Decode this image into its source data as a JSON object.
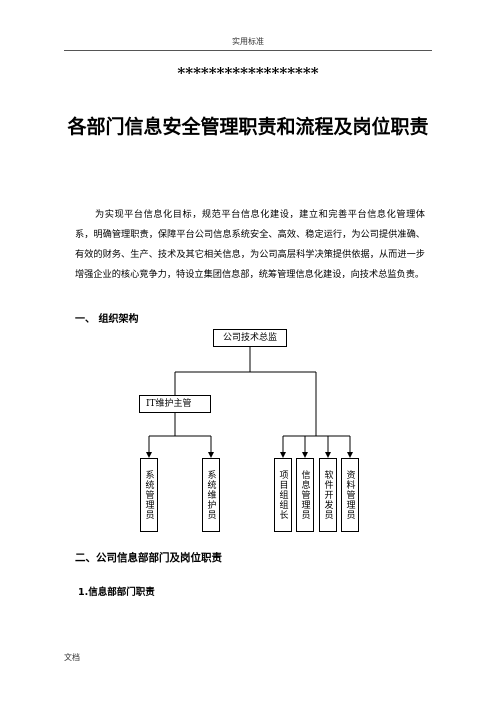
{
  "header": {
    "text": "实用标准"
  },
  "stars": "******************",
  "title": "各部门信息安全管理职责和流程及岗位职责",
  "intro": "为实现平台信息化目标，规范平台信息化建设，建立和完善平台信息化管理体系，明确管理职责，保障平台公司信息系统安全、高效、稳定运行，为公司提供准确、有效的财务、生产、技术及其它相关信息，为公司高层科学决策提供依据，从而进一步增强企业的核心竞争力，特设立集团信息部，统筹管理信息化建设，向技术总监负责。",
  "section1": "一、 组织架构",
  "org": {
    "top": "公司技术总监",
    "mid": "IT维护主管",
    "leaves": [
      "系统管理员",
      "系统维护员",
      "项目组组长",
      "信息管理员",
      "软件开发员",
      "资料管理员"
    ]
  },
  "section2": "二、公司信息部部门及岗位职责",
  "section2_1": "1.信息部部门职责",
  "footer": {
    "text": "文档"
  }
}
